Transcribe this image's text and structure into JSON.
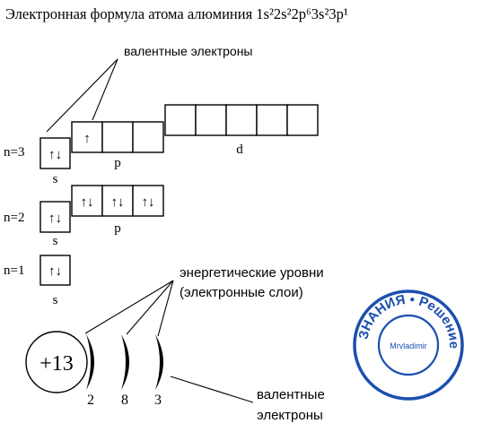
{
  "title": {
    "prefix": "Электронная формула атома алюминия ",
    "formula": "1s²2s²2p⁶3s²3p¹"
  },
  "valence_label_top": "валентные электроны",
  "levels": [
    {
      "label": "n=3",
      "s": {
        "letter": "s",
        "cells": [
          "↑↓"
        ]
      },
      "p": {
        "letter": "p",
        "cells": [
          "↑",
          "",
          ""
        ]
      },
      "d": {
        "letter": "d",
        "cells": [
          "",
          "",
          "",
          "",
          ""
        ]
      }
    },
    {
      "label": "n=2",
      "s": {
        "letter": "s",
        "cells": [
          "↑↓"
        ]
      },
      "p": {
        "letter": "p",
        "cells": [
          "↑↓",
          "↑↓",
          "↑↓"
        ]
      }
    },
    {
      "label": "n=1",
      "s": {
        "letter": "s",
        "cells": [
          "↑↓"
        ]
      }
    }
  ],
  "energy_levels_label": {
    "line1": "энергетические уровни",
    "line2": "(электронные слои)"
  },
  "atom": {
    "nucleus_charge": "+13",
    "shell_counts": [
      "2",
      "8",
      "3"
    ]
  },
  "valence_label_bottom": {
    "line1": "валентные",
    "line2": "электроны"
  },
  "stamp": {
    "ring_text": "ЗНАНИЯ • Решение",
    "center_text": "Mrvladimir",
    "color": "#1b4fb0"
  },
  "colors": {
    "ink": "#000000",
    "background": "#ffffff"
  }
}
